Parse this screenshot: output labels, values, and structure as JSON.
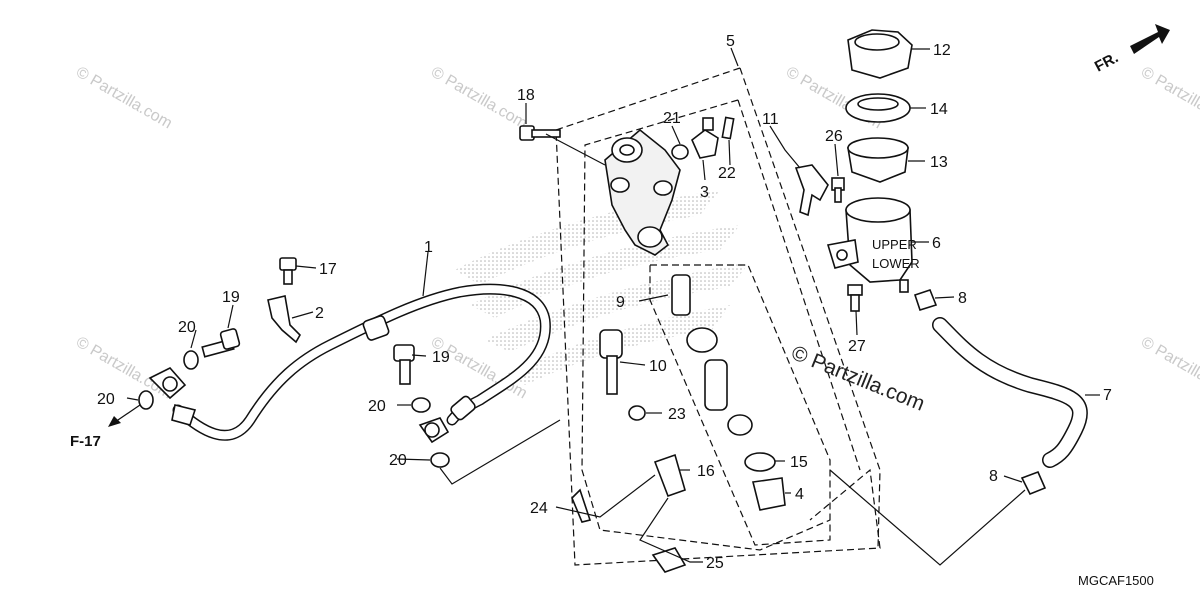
{
  "diagram": {
    "code": "MGCAF1500",
    "direction_label": "FR.",
    "reference_label": "F-17",
    "watermark_text": "© Partzilla.com",
    "callouts": {
      "c1": "1",
      "c2": "2",
      "c3": "3",
      "c4": "4",
      "c5": "5",
      "c6": "6",
      "c7": "7",
      "c8a": "8",
      "c8b": "8",
      "c9": "9",
      "c10": "10",
      "c11": "11",
      "c12": "12",
      "c13": "13",
      "c14": "14",
      "c15": "15",
      "c16": "16",
      "c17": "17",
      "c18": "18",
      "c19a": "19",
      "c19b": "19",
      "c20a": "20",
      "c20b": "20",
      "c20c": "20",
      "c20d": "20",
      "c21": "21",
      "c22": "22",
      "c23": "23",
      "c24": "24",
      "c25": "25",
      "c26": "26",
      "c27": "27"
    },
    "reservoir_marks": {
      "upper": "UPPER",
      "lower": "LOWER"
    }
  }
}
